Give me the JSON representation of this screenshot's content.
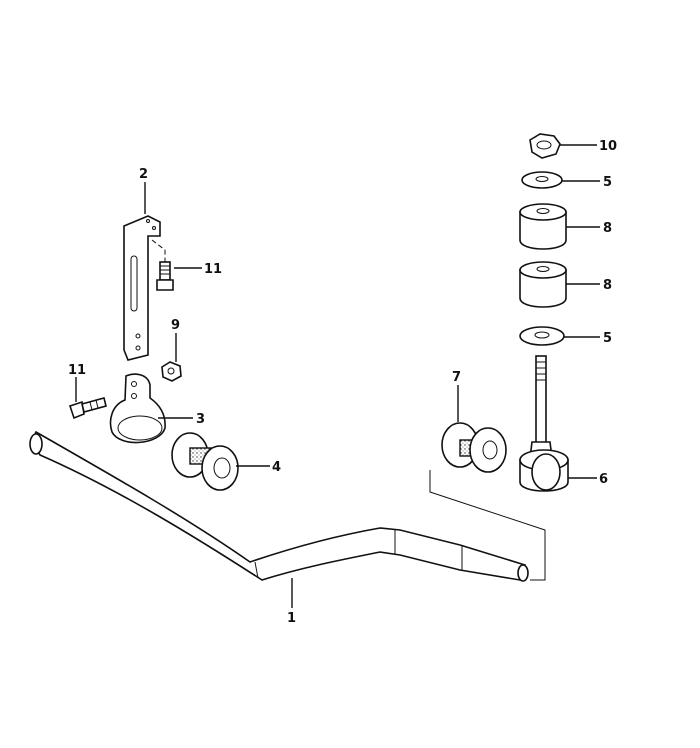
{
  "callouts": {
    "c1": "1",
    "c2": "2",
    "c3": "3",
    "c4": "4",
    "c5a": "5",
    "c5b": "5",
    "c6": "6",
    "c7": "7",
    "c8a": "8",
    "c8b": "8",
    "c9": "9",
    "c10": "10",
    "c11a": "11",
    "c11b": "11"
  }
}
